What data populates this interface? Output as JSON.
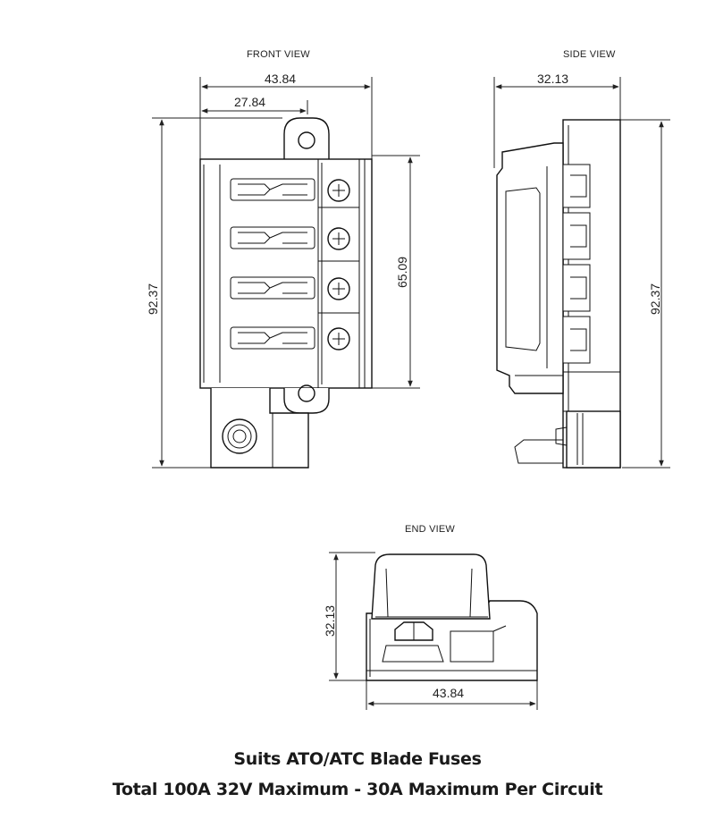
{
  "views": {
    "front": {
      "title": "FRONT VIEW",
      "width_dim": "43.84",
      "inner_dim": "27.84",
      "height_dim": "92.37",
      "span_dim": "65.09"
    },
    "side": {
      "title": "SIDE VIEW",
      "width_dim": "32.13",
      "height_dim": "92.37"
    },
    "end": {
      "title": "END VIEW",
      "height_dim": "32.13",
      "width_dim": "43.84"
    }
  },
  "captions": {
    "line1": "Suits ATO/ATC Blade Fuses",
    "line2": "Total 100A 32V Maximum - 30A Maximum Per Circuit"
  }
}
